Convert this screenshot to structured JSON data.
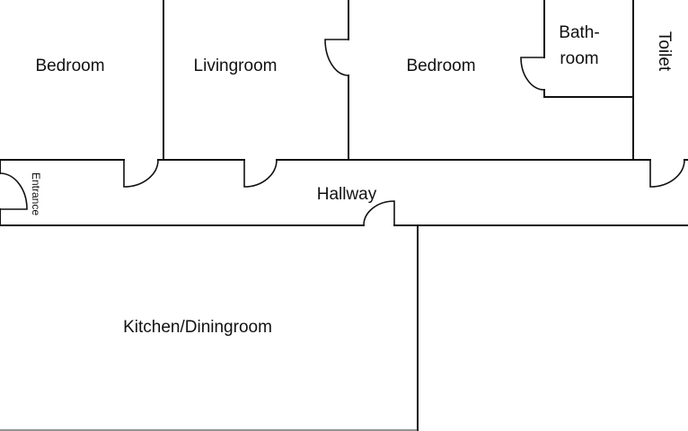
{
  "plan": {
    "rooms": {
      "bedroom_left": "Bedroom",
      "livingroom": "Livingroom",
      "bedroom_right": "Bedroom",
      "bathroom_line1": "Bath-",
      "bathroom_line2": "room",
      "toilet": "Toilet",
      "entrance": "Entrance",
      "hallway": "Hallway",
      "kitchen": "Kitchen/Diningroom"
    }
  }
}
